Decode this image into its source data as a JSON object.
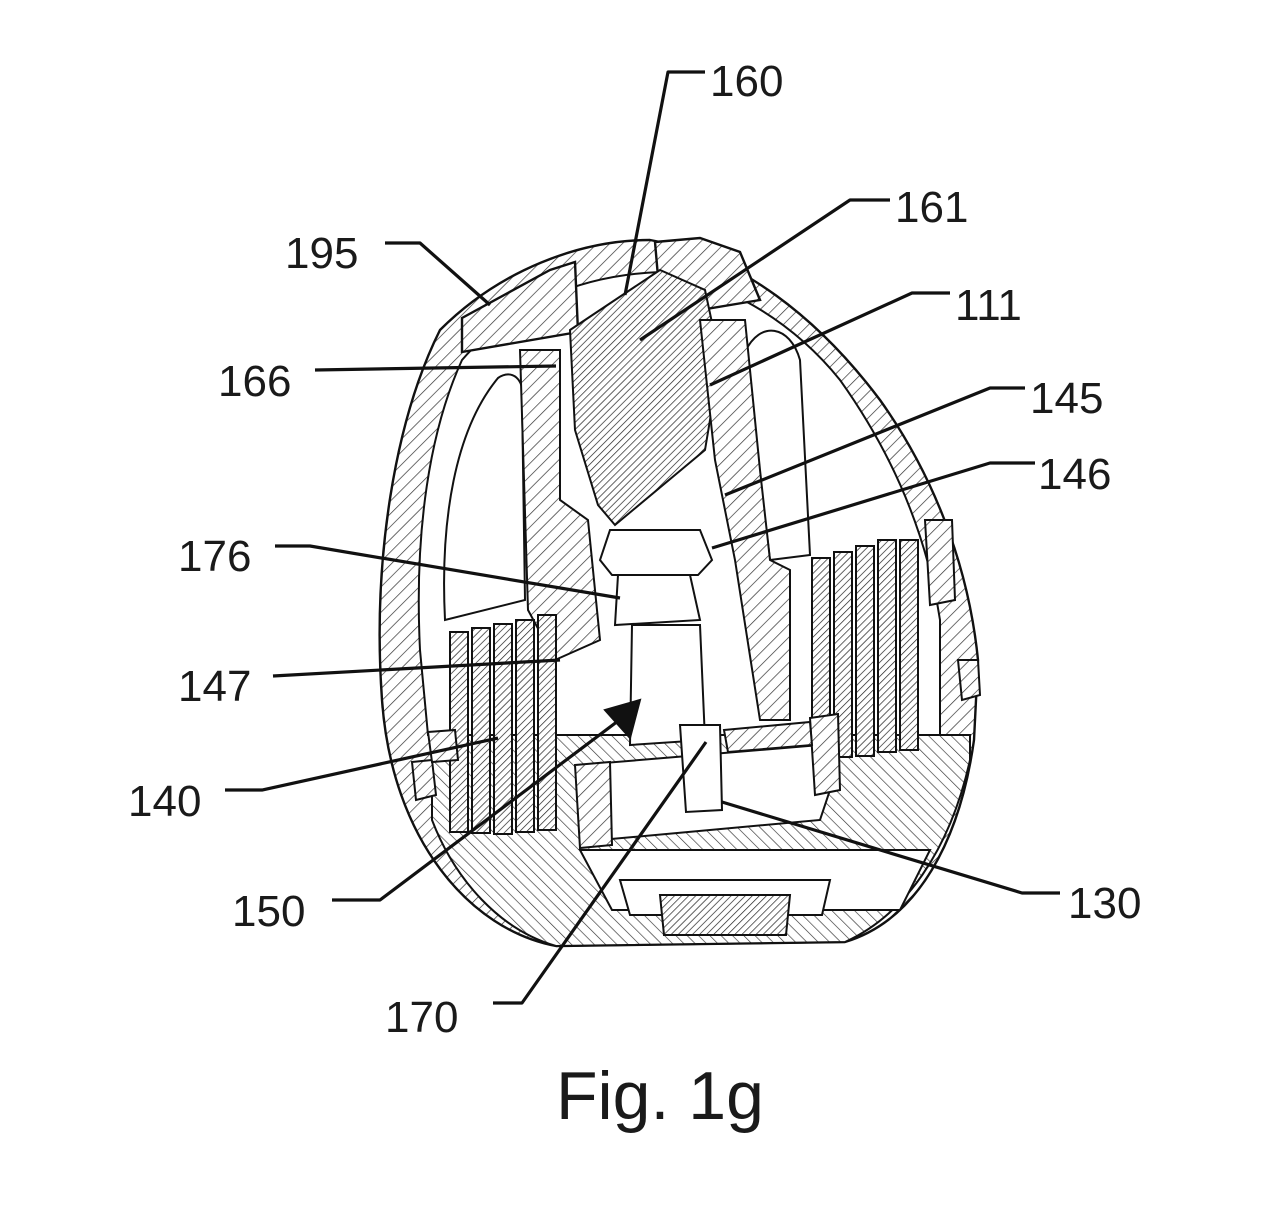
{
  "figure": {
    "caption": "Fig. 1g",
    "labels": {
      "l160": "160",
      "l161": "161",
      "l195": "195",
      "l111": "111",
      "l166": "166",
      "l145": "145",
      "l146": "146",
      "l176": "176",
      "l147": "147",
      "l140": "140",
      "l150": "150",
      "l130": "130",
      "l170": "170"
    }
  }
}
